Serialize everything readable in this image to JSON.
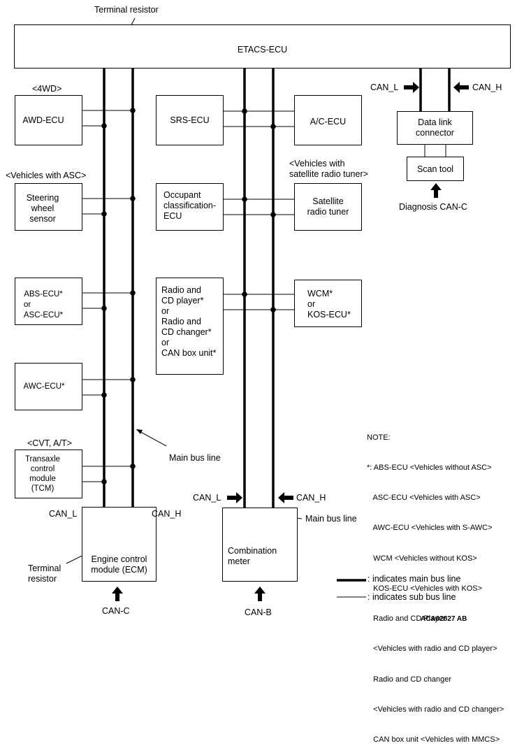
{
  "labels": {
    "terminal_resistor_top": "Terminal resistor",
    "etacs_ecu": "ETACS-ECU",
    "tag_4wd": "<4WD>",
    "tag_asc": "<Vehicles with ASC>",
    "tag_sat": [
      "<Vehicles with",
      "satellite radio tuner>"
    ],
    "tag_cvt": "<CVT, A/T>",
    "can_l": "CAN_L",
    "can_h": "CAN_H",
    "main_bus_line": "Main bus line",
    "diagnosis_can_c": "Diagnosis CAN-C",
    "terminal_resistor_bottom": [
      "Terminal",
      "resistor"
    ],
    "can_c": "CAN-C",
    "can_b": "CAN-B",
    "diagram_code": "ACA02827 AB"
  },
  "boxes": {
    "awd_ecu": "AWD-ECU",
    "steering_sensor": [
      "Steering",
      "wheel",
      "sensor"
    ],
    "abs_ecu": [
      "ABS-ECU*",
      "or",
      "ASC-ECU*"
    ],
    "awc_ecu": "AWC-ECU*",
    "tcm": [
      "Transaxle",
      "control",
      "module",
      "(TCM)"
    ],
    "ecm": [
      "Engine control",
      "module (ECM)"
    ],
    "srs_ecu": "SRS-ECU",
    "occupant_ecu": [
      "Occupant",
      "classification-",
      "ECU"
    ],
    "radio": [
      "Radio and",
      "CD player*",
      "or",
      "Radio and",
      "CD changer*",
      "or",
      "CAN box unit*"
    ],
    "combination_meter": [
      "Combination",
      "meter"
    ],
    "ac_ecu": "A/C-ECU",
    "satellite_tuner": [
      "Satellite",
      "radio tuner"
    ],
    "wcm": [
      "WCM*",
      "or",
      "KOS-ECU*"
    ],
    "data_link": [
      "Data link",
      "connector"
    ],
    "scan_tool": "Scan tool"
  },
  "note": {
    "title": "NOTE:",
    "lines": [
      "*: ABS-ECU <Vehicles without ASC>",
      "   ASC-ECU <Vehicles with ASC>",
      "   AWC-ECU <Vehicles with S-AWC>",
      "   WCM <Vehicles without KOS>",
      "   KOS-ECU <Vehicles with KOS>",
      "   Radio and CD Player",
      "   <Vehicles with radio and CD player>",
      "   Radio and CD changer",
      "   <Vehicles with radio and CD changer>",
      "   CAN box unit <Vehicles with MMCS>"
    ]
  },
  "legend": {
    "main": ": indicates  main bus line",
    "sub": ": indicates  sub bus line"
  }
}
